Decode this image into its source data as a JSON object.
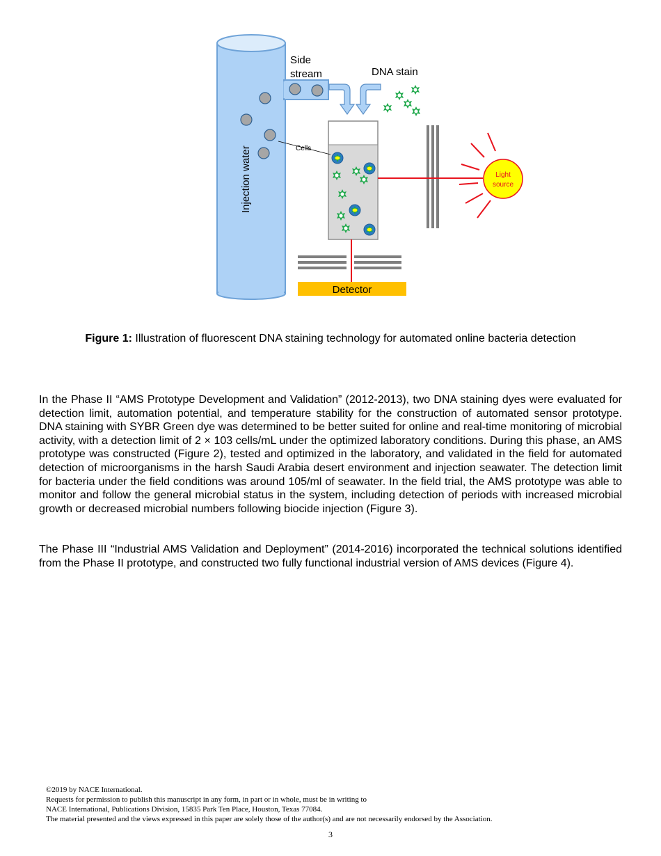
{
  "figure": {
    "labels": {
      "side_stream_line1": "Side",
      "side_stream_line2": "stream",
      "dna_stain": "DNA stain",
      "injection_water": "Injection water",
      "cells": "Cells",
      "light_source_line1": "Light",
      "light_source_line2": "source",
      "detector": "Detector"
    },
    "colors": {
      "pipe_fill": "#aed2f6",
      "pipe_stroke": "#6fa3d8",
      "cell_fill": "#a6a6a6",
      "stain_green": "#1ea84a",
      "laser_red": "#e8141e",
      "light_source_fill": "#ffff00",
      "detector_fill": "#ffc000",
      "filter_gray": "#7f7f7f"
    }
  },
  "caption": {
    "label": "Figure 1:",
    "text": " Illustration of fluorescent DNA staining technology for automated online bacteria detection"
  },
  "body": {
    "paragraph1": "In the Phase II “AMS Prototype Development and Validation” (2012-2013), two DNA staining dyes were evaluated for detection limit, automation potential, and temperature stability for the construction of automated sensor prototype. DNA staining with SYBR Green dye was determined to be better suited for online and real-time monitoring of microbial activity, with a detection limit of 2 × 103 cells/mL under the optimized laboratory conditions. During this phase, an AMS prototype was constructed (Figure 2), tested and optimized in the laboratory, and validated in the field for automated detection of microorganisms in the harsh Saudi Arabia desert environment and injection seawater. The detection limit for bacteria under the field conditions was around 105/ml of seawater. In the field trial, the AMS prototype was able to monitor and follow the general microbial status in the system, including detection of periods with increased microbial growth or decreased microbial numbers following biocide injection (Figure 3).",
    "paragraph2": "The Phase III “Industrial AMS Validation and Deployment” (2014-2016) incorporated the technical solutions identified from the Phase II prototype, and constructed two fully functional industrial version of AMS devices (Figure 4)."
  },
  "footer": {
    "line1": "©2019 by NACE International.",
    "line2": "Requests for permission to publish this manuscript in any form, in part or in whole, must be in writing to",
    "line3": "NACE International, Publications Division, 15835 Park Ten Place, Houston, Texas 77084.",
    "line4": "The material presented and the views expressed in this paper are solely those of the author(s) and are not necessarily endorsed by the Association."
  },
  "page_number": "3"
}
